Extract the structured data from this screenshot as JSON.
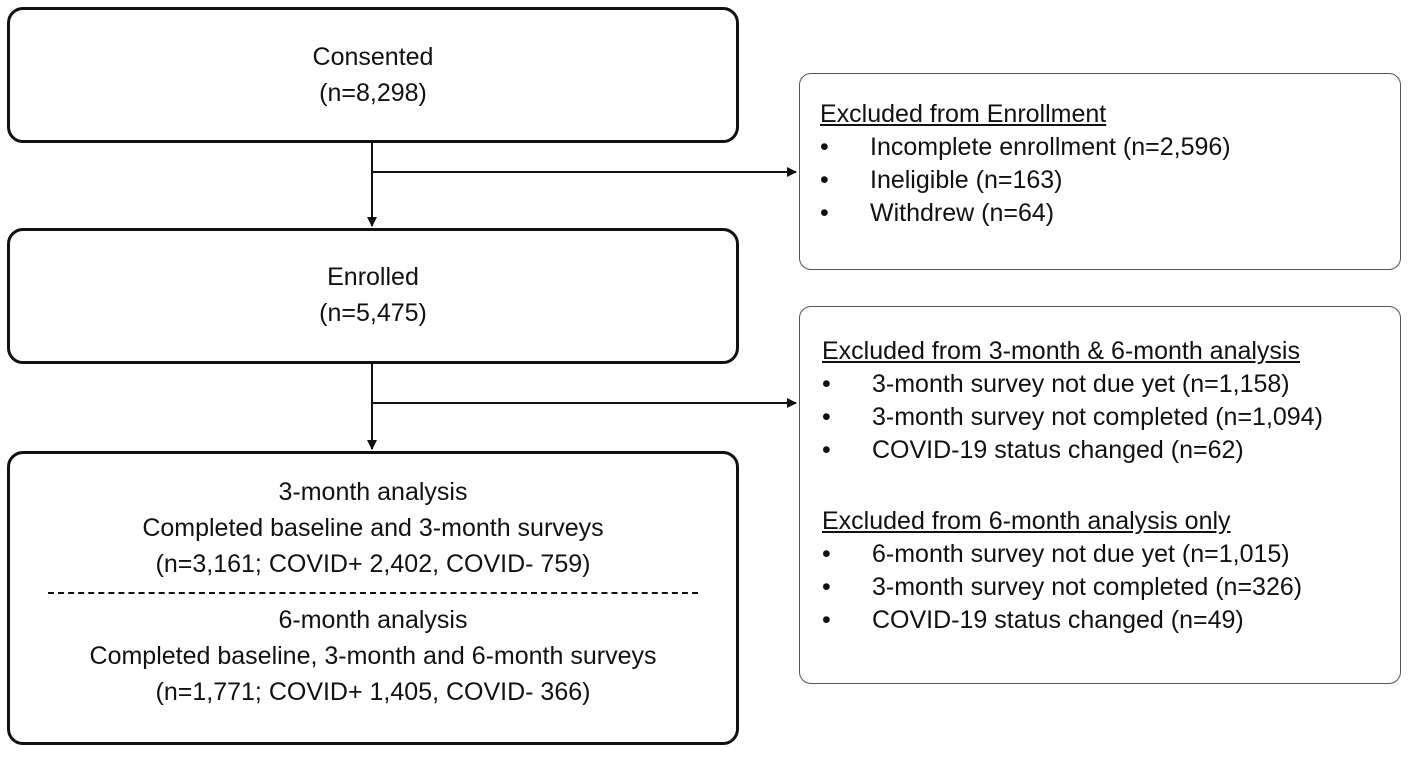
{
  "consented": {
    "title": "Consented",
    "count": "(n=8,298)"
  },
  "enrolled": {
    "title": "Enrolled",
    "count": "(n=5,475)"
  },
  "analysis": {
    "three_month": {
      "title": "3-month analysis",
      "desc": "Completed baseline and 3-month surveys",
      "count": "(n=3,161; COVID+ 2,402, COVID- 759)"
    },
    "six_month": {
      "title": "6-month analysis",
      "desc": "Completed baseline, 3-month and 6-month surveys",
      "count": "(n=1,771; COVID+ 1,405, COVID- 366)"
    }
  },
  "excluded_enrollment": {
    "heading": "Excluded from Enrollment",
    "bullet": "•",
    "items": [
      "Incomplete enrollment (n=2,596)",
      "Ineligible (n=163)",
      "Withdrew (n=64)"
    ]
  },
  "excluded_analysis": {
    "three_and_six": {
      "heading": "Excluded from 3-month & 6-month analysis",
      "items": [
        "3-month survey not due yet (n=1,158)",
        "3-month survey not completed (n=1,094)",
        "COVID-19 status changed (n=62)"
      ]
    },
    "six_only": {
      "heading": "Excluded from 6-month analysis only",
      "items": [
        "6-month survey not due yet (n=1,015)",
        "3-month survey not completed (n=326)",
        "COVID-19 status changed (n=49)"
      ]
    }
  }
}
